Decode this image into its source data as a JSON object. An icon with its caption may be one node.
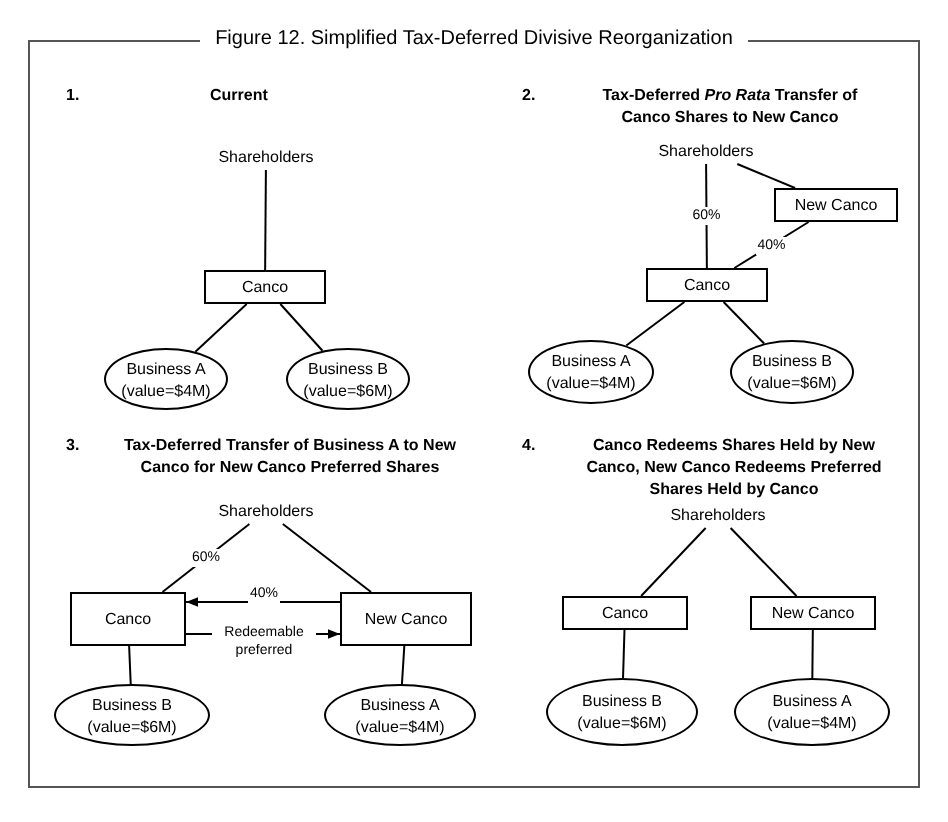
{
  "diagram": {
    "title": "Figure 12.  Simplified Tax-Deferred Divisive Reorganization",
    "nodes": [
      {
        "text": [
          "Shareholders"
        ]
      },
      {
        "text": [
          "Canco"
        ]
      },
      {
        "text": [
          "Business A",
          "(value=$4M)"
        ]
      },
      {
        "text": [
          "Business B",
          "(value=$6M)"
        ]
      },
      {
        "text": [
          "Shareholders"
        ]
      },
      {
        "text": [
          "New Canco"
        ]
      },
      {
        "text": [
          "Canco"
        ]
      },
      {
        "text": [
          "Business A",
          "(value=$4M)"
        ]
      },
      {
        "text": [
          "Business B",
          "(value=$6M)"
        ]
      },
      {
        "text": [
          "Shareholders"
        ]
      },
      {
        "text": [
          "Canco"
        ]
      },
      {
        "text": [
          "New Canco"
        ]
      },
      {
        "text": [
          "Business B",
          "(value=$6M)"
        ]
      },
      {
        "text": [
          "Business A",
          "(value=$4M)"
        ]
      },
      {
        "text": [
          "Shareholders"
        ]
      },
      {
        "text": [
          "Canco"
        ]
      },
      {
        "text": [
          "New Canco"
        ]
      },
      {
        "text": [
          "Business B",
          "(value=$6M)"
        ]
      },
      {
        "text": [
          "Business A",
          "(value=$4M)"
        ]
      }
    ],
    "edges": [
      {
        "from": 0,
        "to": 1,
        "arrow": "none"
      },
      {
        "from": 1,
        "to": 2,
        "arrow": "none"
      },
      {
        "from": 1,
        "to": 3,
        "arrow": "none"
      },
      {
        "from": 4,
        "to": 6,
        "arrow": "none",
        "label": "60%"
      },
      {
        "from": 4,
        "to": 5,
        "arrow": "none"
      },
      {
        "from": 5,
        "to": 6,
        "arrow": "none",
        "label": "40%"
      },
      {
        "from": 6,
        "to": 7,
        "arrow": "none"
      },
      {
        "from": 6,
        "to": 8,
        "arrow": "none"
      },
      {
        "from": 9,
        "to": 10,
        "arrow": "none",
        "label": "60%"
      },
      {
        "from": 9,
        "to": 11,
        "arrow": "none"
      },
      {
        "from": 11,
        "to": 10,
        "arrow": "to",
        "label": "40%"
      },
      {
        "from": 10,
        "to": 11,
        "arrow": "to",
        "label": "Redeemable preferred"
      },
      {
        "from": 10,
        "to": 12,
        "arrow": "none"
      },
      {
        "from": 11,
        "to": 13,
        "arrow": "none"
      },
      {
        "from": 14,
        "to": 15,
        "arrow": "none"
      },
      {
        "from": 14,
        "to": 16,
        "arrow": "none"
      },
      {
        "from": 15,
        "to": 17,
        "arrow": "none"
      },
      {
        "from": 16,
        "to": 18,
        "arrow": "none"
      }
    ],
    "labels": [
      "1.",
      "Current",
      "2.",
      "Tax-Deferred *Pro Rata* Transfer of Canco Shares to New Canco",
      "3.",
      "Tax-Deferred Transfer of Business A to New Canco for New Canco Preferred Shares",
      "4.",
      "Canco Redeems Shares Held by New Canco, New Canco Redeems Preferred Shares Held by Canco"
    ]
  }
}
